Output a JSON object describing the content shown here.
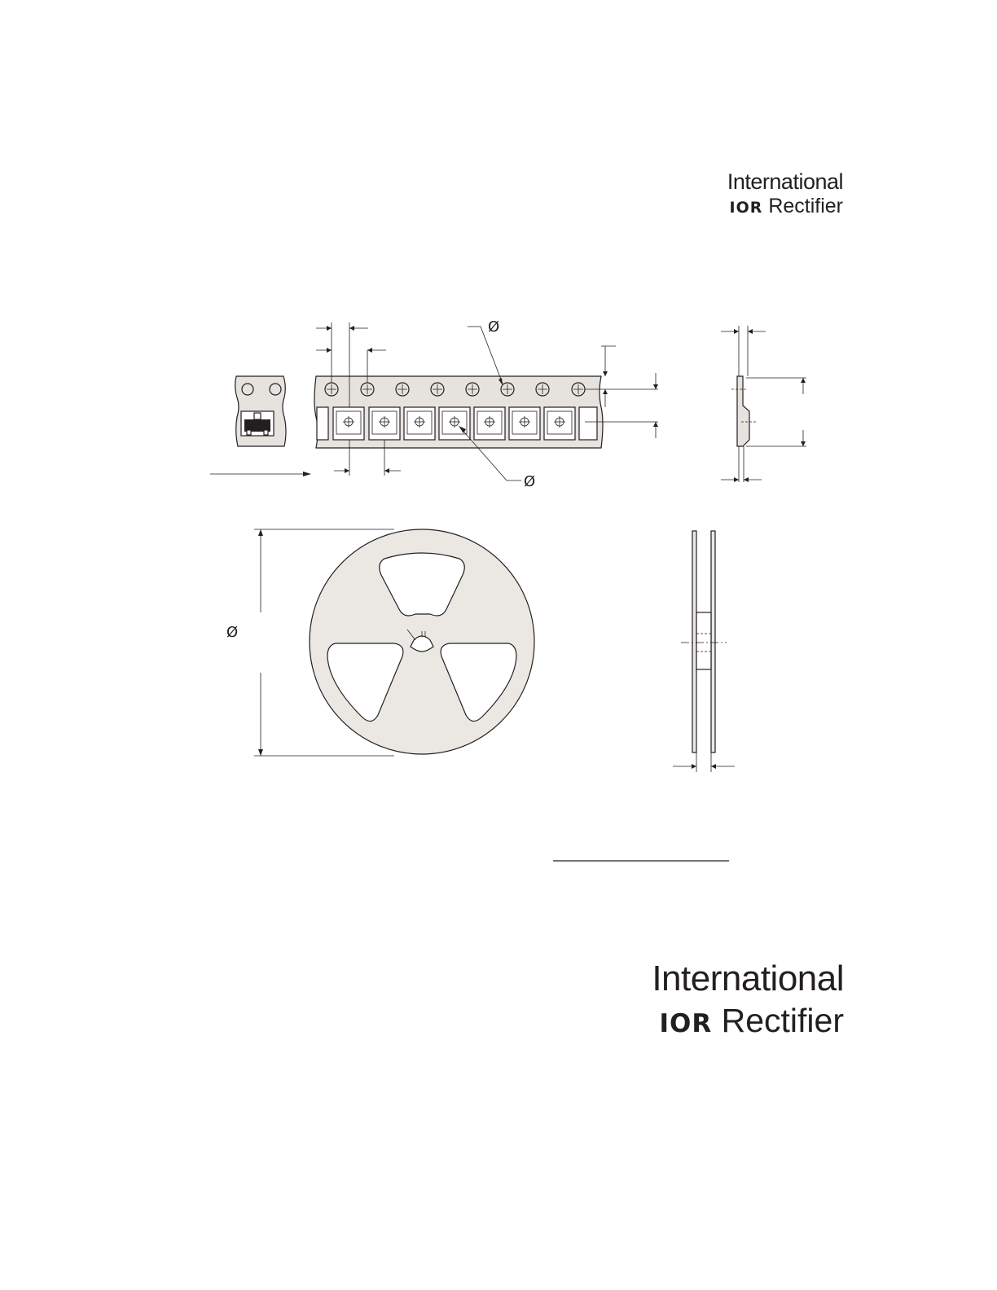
{
  "header_logo": {
    "line1": "International",
    "brand_mark": "IOR",
    "line2": "Rectifier"
  },
  "footer_logo": {
    "line1": "International",
    "brand_mark": "IOR",
    "line2": "Rectifier"
  },
  "drawing": {
    "diameter_symbol": "Ø"
  },
  "colors": {
    "ink": "#231f20",
    "reel_fill": "#ebe8e4",
    "tape_fill": "#e6e3df"
  }
}
